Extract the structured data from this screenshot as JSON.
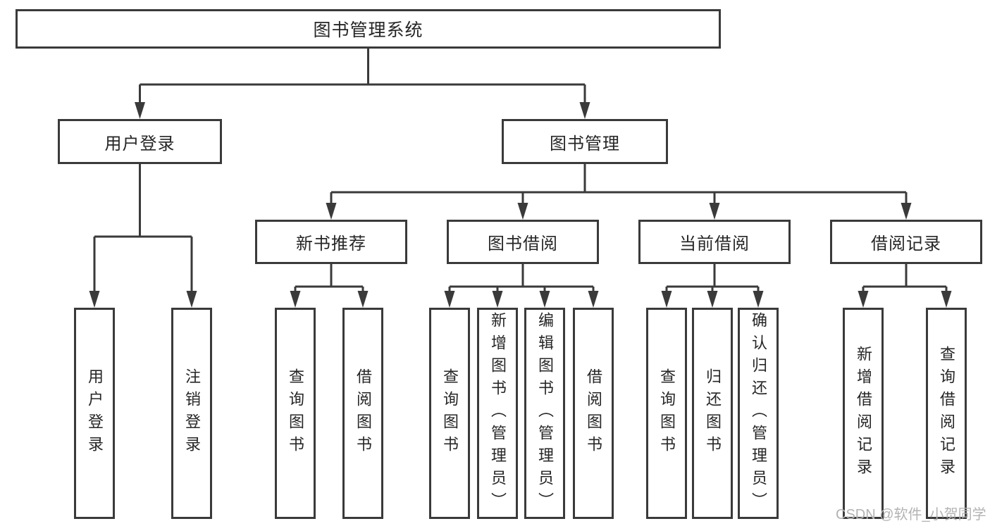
{
  "diagram": {
    "root": {
      "label": "图书管理系统"
    },
    "level2": [
      {
        "label": "用户登录"
      },
      {
        "label": "图书管理"
      }
    ],
    "level3": [
      {
        "label": "新书推荐"
      },
      {
        "label": "图书借阅"
      },
      {
        "label": "当前借阅"
      },
      {
        "label": "借阅记录"
      }
    ],
    "leaves": [
      {
        "label": "用户登录"
      },
      {
        "label": "注销登录"
      },
      {
        "label": "查询图书"
      },
      {
        "label": "借阅图书"
      },
      {
        "label": "查询图书"
      },
      {
        "label": "新增图书（管理员）"
      },
      {
        "label": "编辑图书（管理员）"
      },
      {
        "label": "借阅图书"
      },
      {
        "label": "查询图书"
      },
      {
        "label": "归还图书"
      },
      {
        "label": "确认归还（管理员）"
      },
      {
        "label": "新增借阅记录"
      },
      {
        "label": "查询借阅记录"
      }
    ]
  },
  "watermark": {
    "text": "CSDN @软件_小贺同学"
  },
  "colors": {
    "line": "#3a3a3a",
    "text": "#262626",
    "watermark": "#b3b3b3",
    "background": "#ffffff"
  }
}
